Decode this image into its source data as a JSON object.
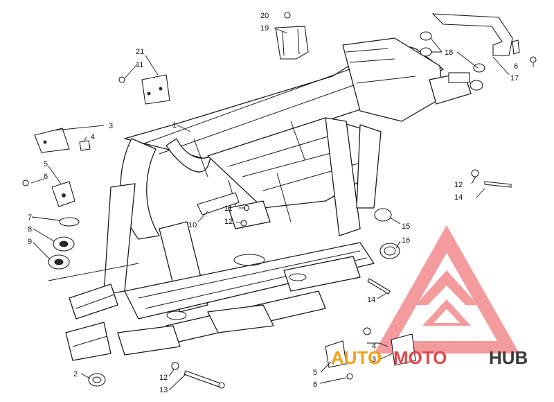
{
  "callouts": [
    {
      "id": "c21",
      "text": "21"
    },
    {
      "id": "c11a",
      "text": "11"
    },
    {
      "id": "c20",
      "text": "20"
    },
    {
      "id": "c19",
      "text": "19"
    },
    {
      "id": "c18",
      "text": "18"
    },
    {
      "id": "c6a",
      "text": "6"
    },
    {
      "id": "c17",
      "text": "17"
    },
    {
      "id": "c3a",
      "text": "3"
    },
    {
      "id": "c4a",
      "text": "4"
    },
    {
      "id": "c1",
      "text": "1"
    },
    {
      "id": "c5a",
      "text": "5"
    },
    {
      "id": "c6b",
      "text": "6"
    },
    {
      "id": "c12a",
      "text": "12"
    },
    {
      "id": "c14a",
      "text": "14"
    },
    {
      "id": "c7",
      "text": "7"
    },
    {
      "id": "c11b",
      "text": "11"
    },
    {
      "id": "c12b",
      "text": "12"
    },
    {
      "id": "c10",
      "text": "10"
    },
    {
      "id": "c8",
      "text": "8"
    },
    {
      "id": "c9",
      "text": "9"
    },
    {
      "id": "c15",
      "text": "15"
    },
    {
      "id": "c16",
      "text": "16"
    },
    {
      "id": "c14b",
      "text": "14"
    },
    {
      "id": "c4b",
      "text": "4"
    },
    {
      "id": "c3b",
      "text": "3"
    },
    {
      "id": "c5b",
      "text": "5"
    },
    {
      "id": "c6c",
      "text": "6"
    },
    {
      "id": "c2",
      "text": "2"
    },
    {
      "id": "c12c",
      "text": "12"
    },
    {
      "id": "c13",
      "text": "13"
    }
  ],
  "watermark": {
    "part1": "AUTO",
    "part2": "MOTO",
    "part3": "HUB",
    "color_orange": "#f2a11b",
    "color_red": "#e0474c",
    "color_dark": "#3a3a3a"
  }
}
